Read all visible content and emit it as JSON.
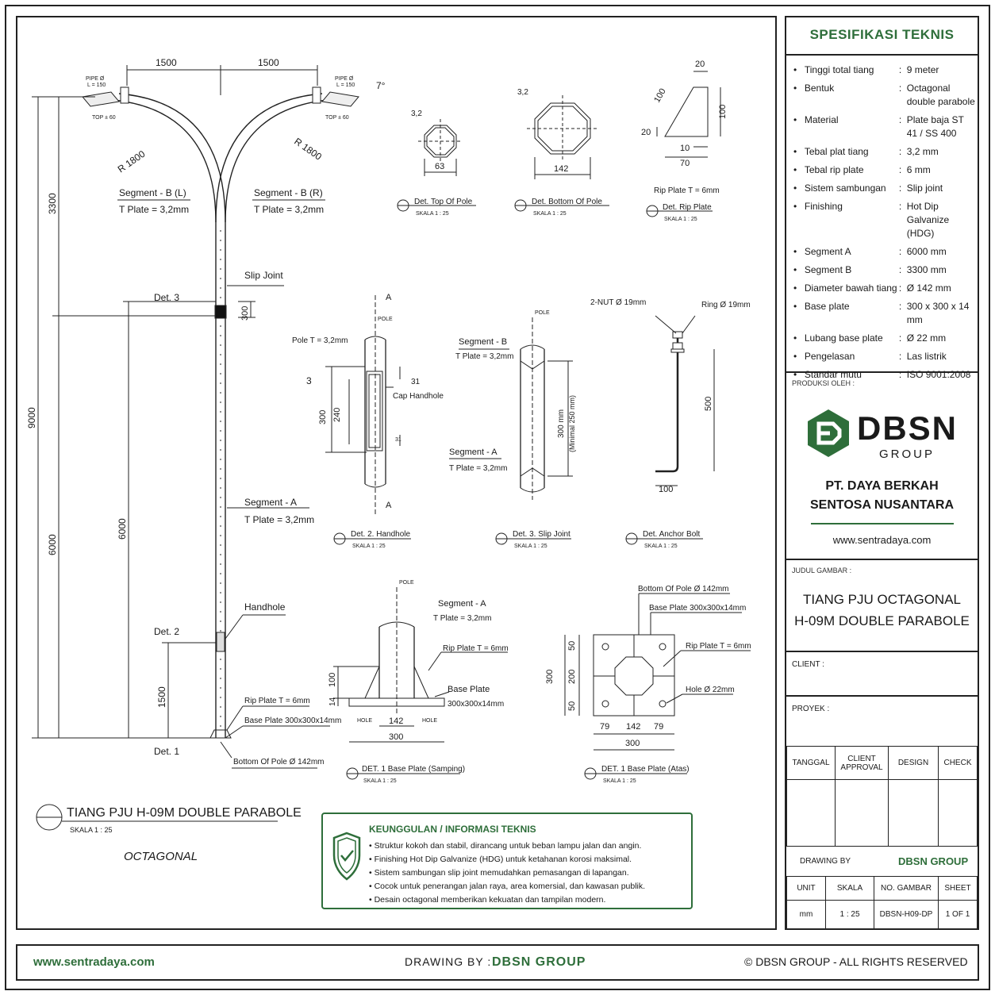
{
  "spec": {
    "title": "SPESIFIKASI TEKNIS",
    "items": [
      {
        "label": "Tinggi total tiang",
        "value": "9 meter"
      },
      {
        "label": "Bentuk",
        "value": "Octagonal double parabole"
      },
      {
        "label": "Material",
        "value": "Plate baja ST 41 / SS 400"
      },
      {
        "label": "Tebal plat tiang",
        "value": "3,2 mm"
      },
      {
        "label": "Tebal rip plate",
        "value": "6 mm"
      },
      {
        "label": "Sistem sambungan",
        "value": "Slip joint"
      },
      {
        "label": "Finishing",
        "value": "Hot Dip Galvanize (HDG)"
      },
      {
        "label": "Segment A",
        "value": "6000 mm"
      },
      {
        "label": "Segment B",
        "value": "3300 mm"
      },
      {
        "label": "Diameter bawah tiang",
        "value": "Ø 142 mm"
      },
      {
        "label": "Base plate",
        "value": "300 x 300 x 14 mm"
      },
      {
        "label": "Lubang base plate",
        "value": "Ø 22 mm"
      },
      {
        "label": "Pengelasan",
        "value": "Las listrik"
      },
      {
        "label": "Standar mutu",
        "value": "ISO 9001:2008"
      }
    ]
  },
  "producer": {
    "caption": "PRODUKSI OLEH :",
    "logo_text": "DBSN",
    "logo_sub": "GROUP",
    "company_line1": "PT. DAYA BERKAH",
    "company_line2": "SENTOSA NUSANTARA",
    "website": "www.sentradaya.com"
  },
  "title_block": {
    "caption": "JUDUL GAMBAR :",
    "line1": "TIANG PJU OCTAGONAL",
    "line2": "H-09M DOUBLE PARABOLE",
    "client": "CLIENT :",
    "project": "PROYEK :",
    "approval_headers": [
      "TANGGAL",
      "CLIENT APPROVAL",
      "DESIGN",
      "CHECK"
    ],
    "drawing_by_label": "DRAWING BY",
    "drawing_by_value": "DBSN GROUP",
    "info_headers": [
      "UNIT",
      "SKALA",
      "NO. GAMBAR",
      "SHEET"
    ],
    "info_values": [
      "mm",
      "1 : 25",
      "DBSN-H09-DP",
      "1 OF 1"
    ]
  },
  "footer": {
    "website": "www.sentradaya.com",
    "drawing_by_label": "DRAWING BY :",
    "drawing_by_value": "DBSN GROUP",
    "copyright": "© DBSN GROUP - ALL RIGHTS RESERVED"
  },
  "main": {
    "title": "TIANG PJU H-09M DOUBLE PARABOLE",
    "scale": "SKALA 1 : 25",
    "subtitle": "OCTAGONAL",
    "dims": {
      "arm_left": "1500",
      "arm_right": "1500",
      "pipe_left": "PIPE Ø",
      "pipe_len_left": "L = 150",
      "pipe_right": "PIPE Ø",
      "pipe_len_right": "L = 150",
      "top_left": "TOP ± 60",
      "top_right": "TOP ± 60",
      "tilt": "7°",
      "r_left": "R 1800",
      "r_right": "R 1800",
      "h_upper": "3300",
      "h_total": "9000",
      "h_lower": "6000",
      "h_lower2": "6000",
      "h_handhole": "1500",
      "slip_len": "300"
    },
    "labels": {
      "seg_b_left": "Segment - B (L)",
      "seg_b_left_t": "T Plate = 3,2mm",
      "seg_b_right": "Segment - B (R)",
      "seg_b_right_t": "T Plate = 3,2mm",
      "slip_joint": "Slip Joint",
      "det3": "Det. 3",
      "seg_a": "Segment - A",
      "seg_a_t": "T Plate = 3,2mm",
      "handhole": "Handhole",
      "det2": "Det. 2",
      "rip": "Rip Plate T = 6mm",
      "base": "Base Plate 300x300x14mm",
      "det1": "Det. 1",
      "bottom": "Bottom Of Pole Ø 142mm"
    }
  },
  "details": {
    "top_pole": {
      "d1": "3,2",
      "d2": "63",
      "title": "Det. Top Of Pole",
      "scale": "SKALA 1 : 25"
    },
    "bottom_pole": {
      "d1": "3,2",
      "d2": "142",
      "title": "Det. Bottom Of Pole",
      "scale": "SKALA 1 : 25"
    },
    "rip_plate": {
      "d_top": "20",
      "d_diag": "100",
      "d_h": "100",
      "d_left": "20",
      "d_b1": "10",
      "d_b2": "70",
      "note": "Rip Plate T = 6mm",
      "title": "Det. Rip Plate",
      "scale": "SKALA 1 : 25"
    },
    "handhole": {
      "cl": "POLE",
      "sec": "A",
      "pole_t": "Pole T = 3,2mm",
      "d3": "3",
      "d31a": "31",
      "d31b": "31",
      "d300": "300",
      "d240": "240",
      "cap": "Cap Handhole",
      "title": "Det. 2. Handhole",
      "scale": "SKALA 1 : 25"
    },
    "slip": {
      "cl": "POLE",
      "seg_b": "Segment - B",
      "seg_b_t": "T Plate = 3,2mm",
      "seg_a": "Segment - A",
      "seg_a_t": "T Plate = 3,2mm",
      "len": "300 mm",
      "min": "(Minimal 250 mm)",
      "title": "Det. 3. Slip Joint",
      "scale": "SKALA 1 : 25"
    },
    "anchor": {
      "nut": "2-NUT Ø 19mm",
      "ring": "Ring Ø 19mm",
      "len": "500",
      "foot": "100",
      "title": "Det. Anchor Bolt",
      "scale": "SKALA 1 : 25"
    },
    "base_side": {
      "cl": "POLE",
      "seg_a": "Segment - A",
      "seg_a_t": "T Plate = 3,2mm",
      "rip": "Rip Plate T = 6mm",
      "base": "Base Plate",
      "base_dim": "300x300x14mm",
      "h100": "100",
      "h14": "14",
      "hole": "HOLE",
      "w142": "142",
      "w300": "300",
      "title": "DET. 1 Base Plate (Samping)",
      "scale": "SKALA 1 : 25"
    },
    "base_top": {
      "bottom": "Bottom Of Pole Ø 142mm",
      "base": "Base Plate 300x300x14mm",
      "rip": "Rip Plate T = 6mm",
      "hole": "Hole Ø 22mm",
      "v50a": "50",
      "v200": "200",
      "v50b": "50",
      "v300": "300",
      "w79a": "79",
      "w142": "142",
      "w79b": "79",
      "w300": "300",
      "title": "DET. 1 Base Plate (Atas)",
      "scale": "SKALA 1 : 25"
    }
  },
  "info_box": {
    "title": "KEUNGGULAN / INFORMASI TEKNIS",
    "items": [
      "Struktur kokoh dan stabil, dirancang untuk beban lampu jalan dan angin.",
      "Finishing Hot Dip Galvanize (HDG) untuk ketahanan korosi maksimal.",
      "Sistem sambungan slip joint memudahkan pemasangan di lapangan.",
      "Cocok untuk penerangan jalan raya, area komersial, dan kawasan publik.",
      "Desain octagonal memberikan kekuatan dan tampilan modern."
    ]
  },
  "colors": {
    "accent": "#2e6e3a",
    "line": "#222222"
  }
}
